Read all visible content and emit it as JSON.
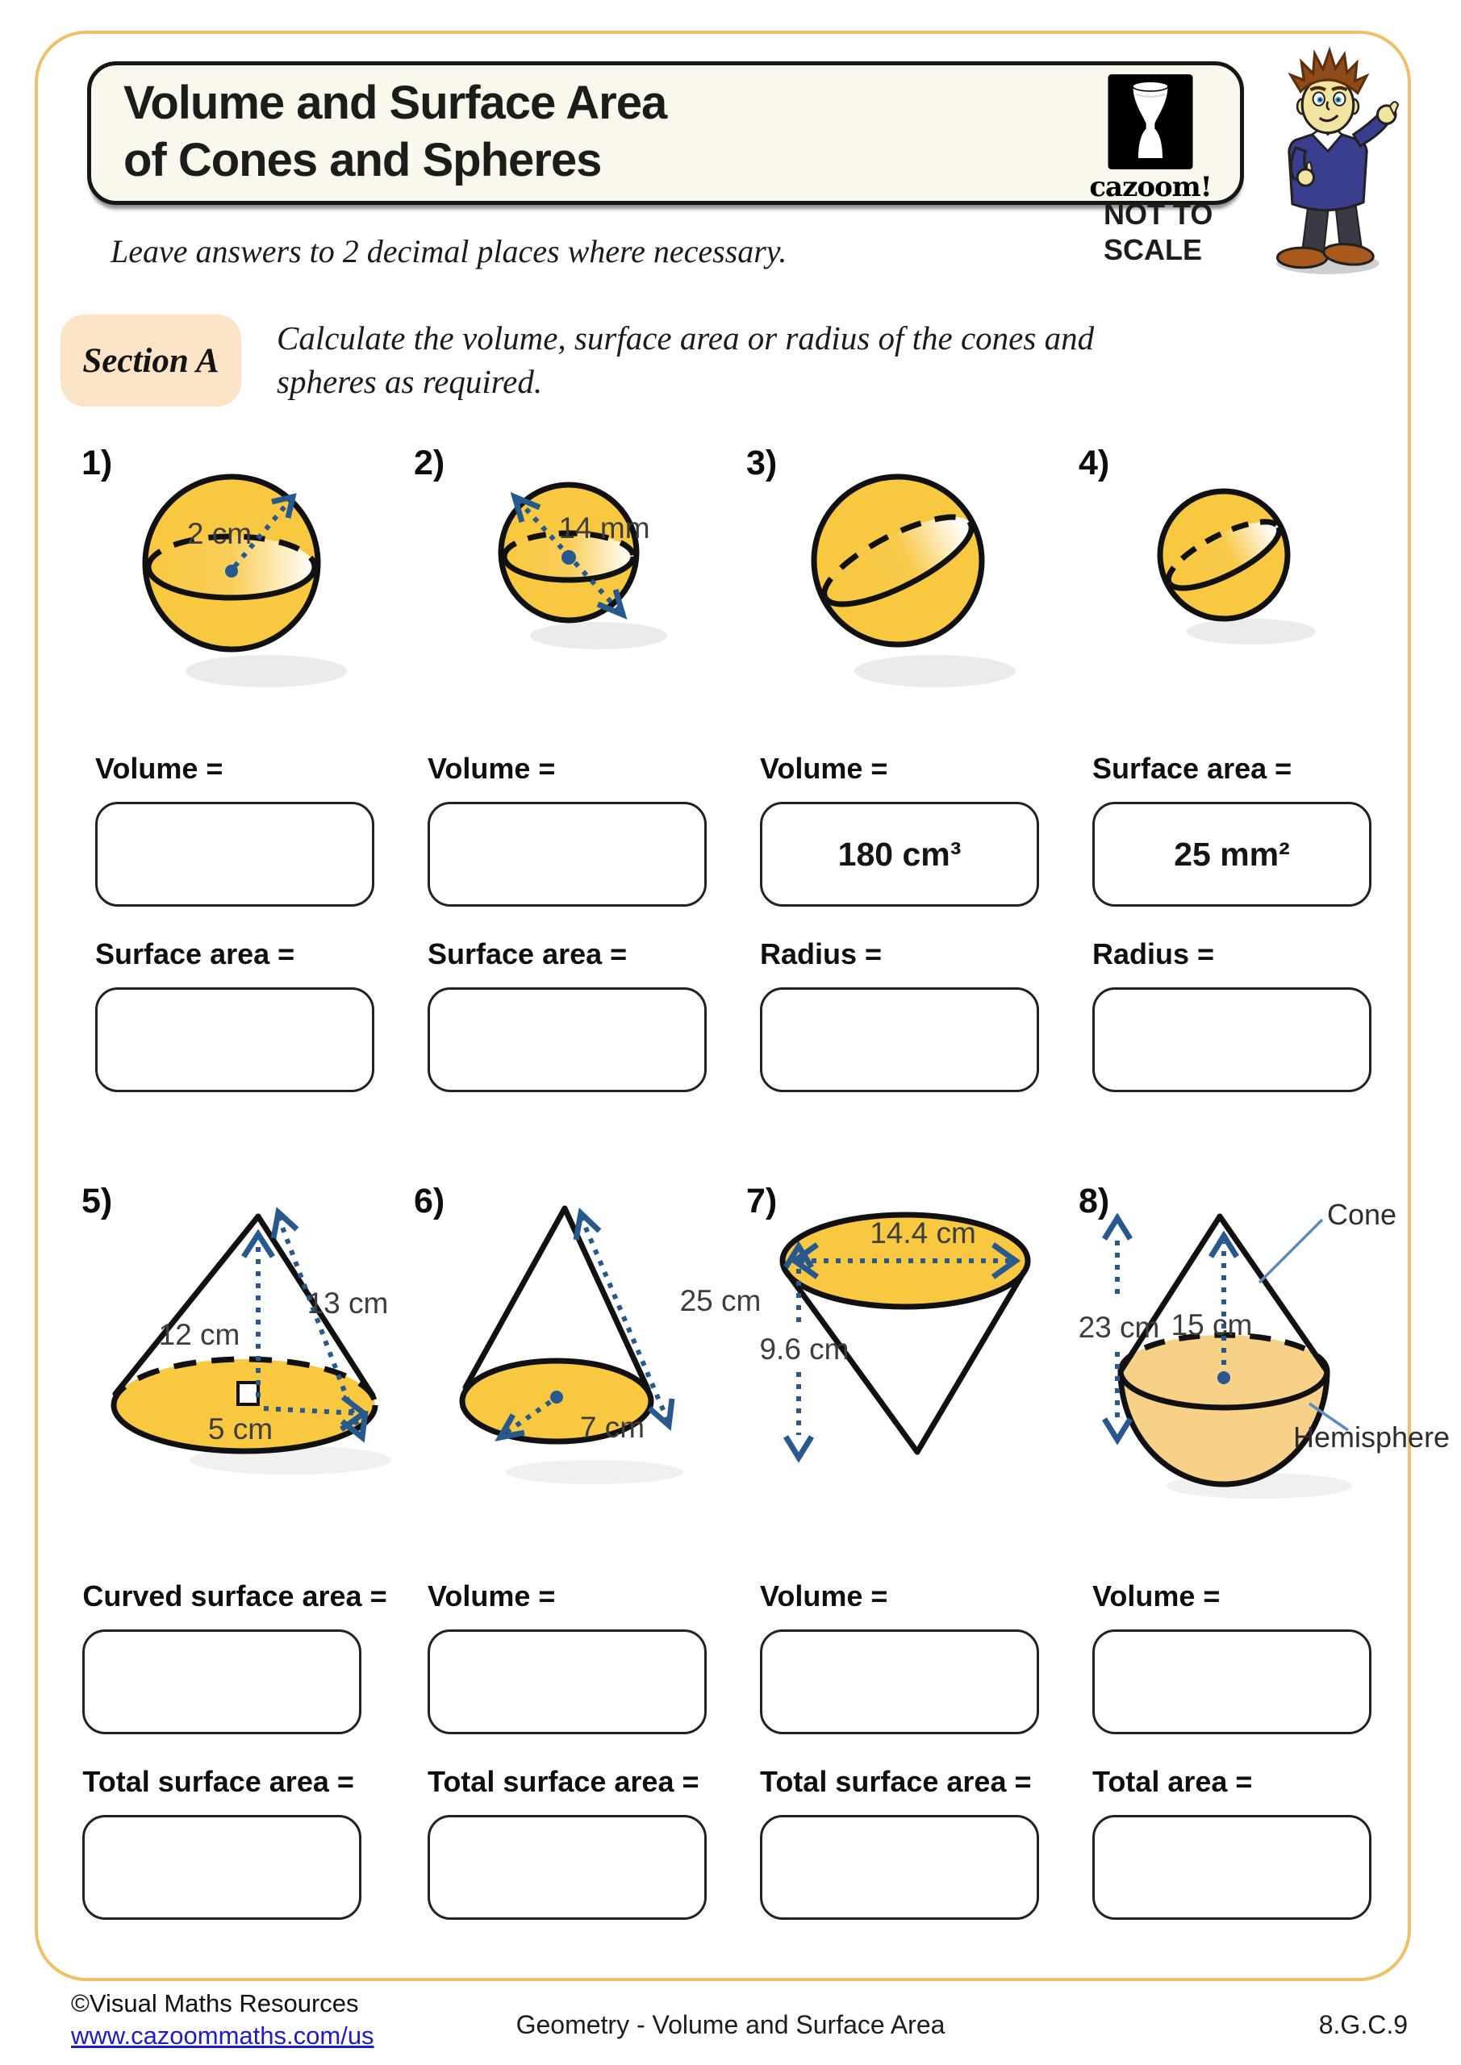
{
  "page": {
    "title_line1": "Volume and Surface Area",
    "title_line2": "of Cones and Spheres",
    "logo_text": "cazoom!",
    "not_to_scale_line1": "NOT TO",
    "not_to_scale_line2": "SCALE",
    "subtitle": "Leave answers to 2 decimal places where necessary."
  },
  "section_a": {
    "badge": "Section A",
    "instruction": "Calculate the volume, surface area or radius of the cones and spheres as required."
  },
  "questions": [
    {
      "number": "1)",
      "shape": "sphere",
      "dimensions": {
        "radius": "2 cm"
      },
      "fields": [
        {
          "label": "Volume =",
          "value": ""
        },
        {
          "label": "Surface area =",
          "value": ""
        }
      ]
    },
    {
      "number": "2)",
      "shape": "sphere",
      "dimensions": {
        "diameter": "14 mm"
      },
      "fields": [
        {
          "label": "Volume =",
          "value": ""
        },
        {
          "label": "Surface area =",
          "value": ""
        }
      ]
    },
    {
      "number": "3)",
      "shape": "sphere",
      "dimensions": {},
      "fields": [
        {
          "label": "Volume =",
          "value": "180 cm³"
        },
        {
          "label": "Radius =",
          "value": ""
        }
      ]
    },
    {
      "number": "4)",
      "shape": "sphere",
      "dimensions": {},
      "fields": [
        {
          "label": "Surface area =",
          "value": "25 mm²"
        },
        {
          "label": "Radius =",
          "value": ""
        }
      ]
    },
    {
      "number": "5)",
      "shape": "cone",
      "dimensions": {
        "height": "12 cm",
        "slant": "13 cm",
        "radius": "5 cm"
      },
      "fields": [
        {
          "label": "Curved surface area =",
          "value": ""
        },
        {
          "label": "Total surface area =",
          "value": ""
        }
      ]
    },
    {
      "number": "6)",
      "shape": "cone",
      "dimensions": {
        "slant": "25 cm",
        "radius": "7 cm"
      },
      "fields": [
        {
          "label": "Volume =",
          "value": ""
        },
        {
          "label": "Total surface area =",
          "value": ""
        }
      ]
    },
    {
      "number": "7)",
      "shape": "inverted-cone",
      "dimensions": {
        "diameter": "14.4 cm",
        "height": "9.6 cm"
      },
      "fields": [
        {
          "label": "Volume =",
          "value": ""
        },
        {
          "label": "Total surface area =",
          "value": ""
        }
      ]
    },
    {
      "number": "8)",
      "shape": "cone-hemisphere",
      "dimensions": {
        "total_height": "23 cm",
        "cone_height": "15 cm"
      },
      "part_labels": {
        "cone": "Cone",
        "hemisphere": "Hemisphere"
      },
      "fields": [
        {
          "label": "Volume =",
          "value": ""
        },
        {
          "label": "Total area =",
          "value": ""
        }
      ]
    }
  ],
  "footer": {
    "copyright": "©Visual Maths Resources",
    "url": "www.cazoommaths.com/us",
    "center": "Geometry - Volume and Surface Area",
    "standard_code": "8.G.C.9"
  },
  "colors": {
    "sphere_fill": "#F9C841",
    "hemisphere_fill": "#F8D189",
    "dimension_blue": "#27598F",
    "pointer_blue": "#5B8BC4",
    "frame_border": "#F1BF66",
    "badge_fill": "#FBE3C8",
    "title_box_fill": "#FAF7EC",
    "link_blue": "#1B1BCE"
  }
}
